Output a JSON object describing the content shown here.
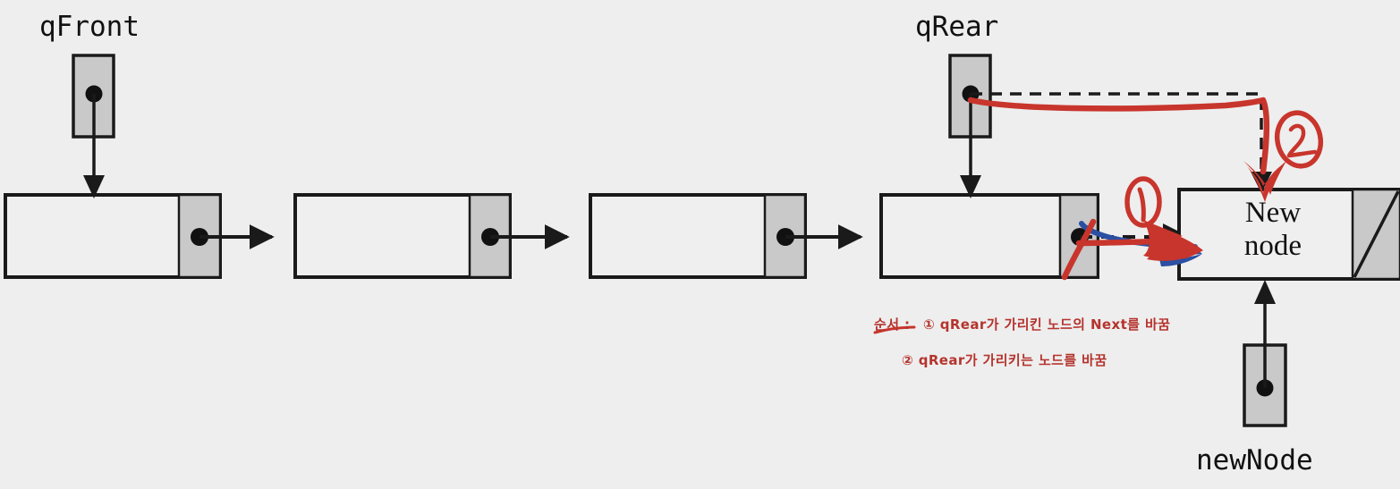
{
  "diagram": {
    "title": "Linked queue enqueue operation",
    "background_color": "#eeeeee",
    "stroke_color": "#1a1a1a",
    "node_fill": "#efefef",
    "link_field_fill": "#cccccc",
    "annotation_color": "#c8352c",
    "annotation_secondary_color": "#2b4fa2"
  },
  "pointers": [
    {
      "id": "qFront",
      "label": "qFront"
    },
    {
      "id": "qRear",
      "label": "qRear"
    },
    {
      "id": "newNode",
      "label": "newNode"
    }
  ],
  "nodes": [
    {
      "id": "node1",
      "text": ""
    },
    {
      "id": "node2",
      "text": ""
    },
    {
      "id": "node3",
      "text": ""
    },
    {
      "id": "node4",
      "text": ""
    },
    {
      "id": "newnode",
      "text": "New\nnode",
      "link_is_null": true
    }
  ],
  "annotations": {
    "step_markers": [
      {
        "id": "step-1",
        "label": "1"
      },
      {
        "id": "step-2",
        "label": "2"
      }
    ],
    "note_heading": "순서 :",
    "note_lines": [
      "① qRear가 가리킨 노드의 Next를 바꿈",
      "② qRear가 가리키는 노드를 바꿈"
    ]
  }
}
